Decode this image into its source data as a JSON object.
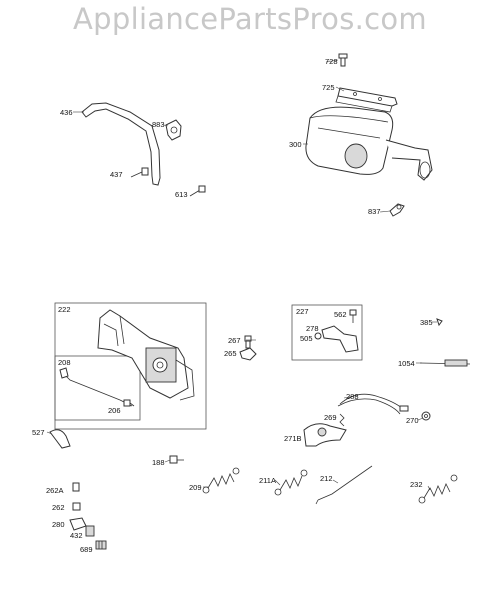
{
  "watermark": "AppliancePartsPros.com",
  "groups": {
    "222": "222",
    "208": "208",
    "227": "227"
  },
  "labels": {
    "728": "728",
    "725": "725",
    "436": "436",
    "883": "883",
    "300": "300",
    "437": "437",
    "613": "613",
    "837": "837",
    "562": "562",
    "385": "385",
    "267": "267",
    "278": "278",
    "505": "505",
    "265": "265",
    "1054": "1054",
    "206": "206",
    "288": "288",
    "527": "527",
    "269": "269",
    "270": "270",
    "271B": "271B",
    "188": "188",
    "209": "209",
    "211A": "211A",
    "212": "212",
    "232": "232",
    "262A": "262A",
    "262": "262",
    "280": "280",
    "432": "432",
    "689": "689"
  }
}
